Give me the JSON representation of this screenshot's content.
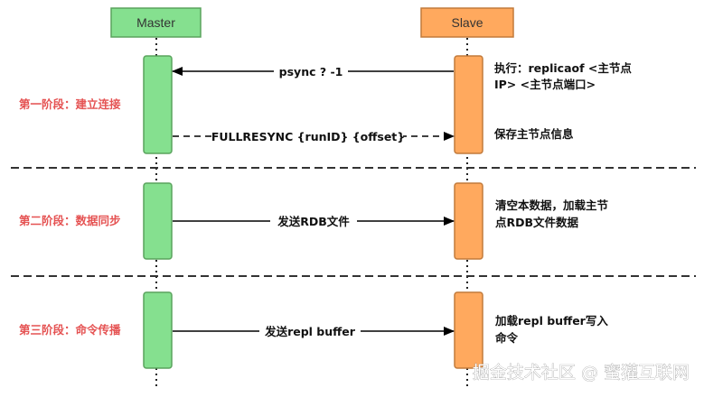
{
  "participants": {
    "master": "Master",
    "slave": "Slave"
  },
  "stages": [
    {
      "label": "第一阶段：建立连接",
      "messages": [
        {
          "text": "psync ? -1",
          "direction": "slave-to-master",
          "style": "solid"
        },
        {
          "text": "FULLRESYNC {runID} {offset}",
          "direction": "master-to-slave",
          "style": "dashed"
        }
      ],
      "notes": [
        {
          "lines": [
            "执行：replicaof <主节点",
            "IP> <主节点端口>"
          ]
        },
        {
          "lines": [
            "保存主节点信息"
          ]
        }
      ]
    },
    {
      "label": "第二阶段：数据同步",
      "messages": [
        {
          "text": "发送RDB文件",
          "direction": "master-to-slave",
          "style": "solid"
        }
      ],
      "notes": [
        {
          "lines": [
            "清空本数据，加载主节",
            "点RDB文件数据"
          ]
        }
      ]
    },
    {
      "label": "第三阶段：命令传播",
      "messages": [
        {
          "text": "发送repl buffer",
          "direction": "master-to-slave",
          "style": "solid"
        }
      ],
      "notes": [
        {
          "lines": [
            "加载repl buffer写入",
            "命令"
          ]
        }
      ]
    }
  ],
  "watermark": "掘金技术社区 @ 蜜獾互联网",
  "colors": {
    "master_fill": "#85e08f",
    "master_stroke": "#5aa35d",
    "slave_fill": "#ffa95e",
    "slave_stroke": "#c27a3a",
    "stage_text": "#e55353"
  }
}
